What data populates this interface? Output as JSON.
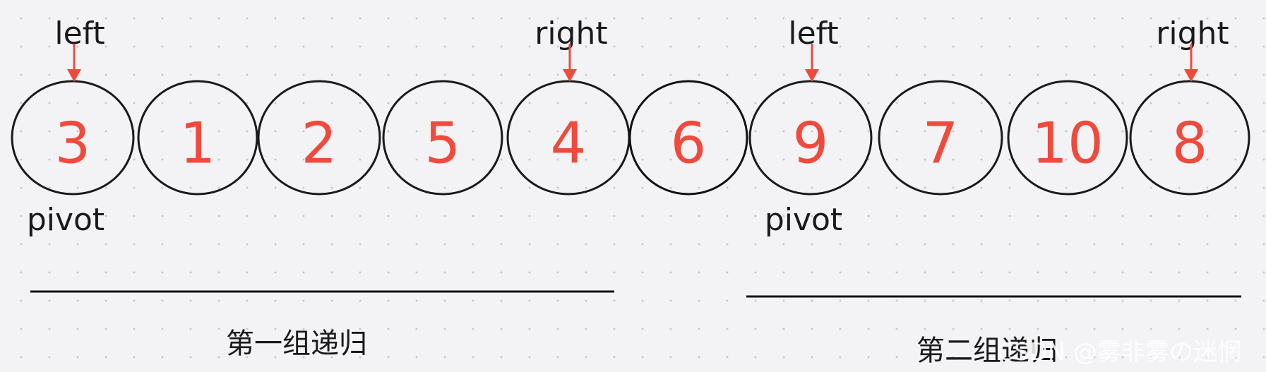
{
  "nodes": [
    {
      "value": "3"
    },
    {
      "value": "1"
    },
    {
      "value": "2"
    },
    {
      "value": "5"
    },
    {
      "value": "4"
    },
    {
      "value": "6",
      "highlight": true
    },
    {
      "value": "9"
    },
    {
      "value": "7"
    },
    {
      "value": "10"
    },
    {
      "value": "8"
    }
  ],
  "pointers": [
    {
      "label": "left",
      "node": 0
    },
    {
      "label": "right",
      "node": 4
    },
    {
      "label": "left",
      "node": 6
    },
    {
      "label": "right",
      "node": 9
    }
  ],
  "pivots": [
    {
      "label": "pivot",
      "node": 0
    },
    {
      "label": "pivot",
      "node": 6
    }
  ],
  "groups": [
    {
      "caption": "第一组递归"
    },
    {
      "caption": "第二组递归"
    }
  ],
  "watermark": "CSDN @雾非雾の迷惘",
  "colors": {
    "value_text": "#f04a3c",
    "arrow": "#f04a3c",
    "highlight_fill": "#86c3ff",
    "outline": "#1a1a1a"
  }
}
